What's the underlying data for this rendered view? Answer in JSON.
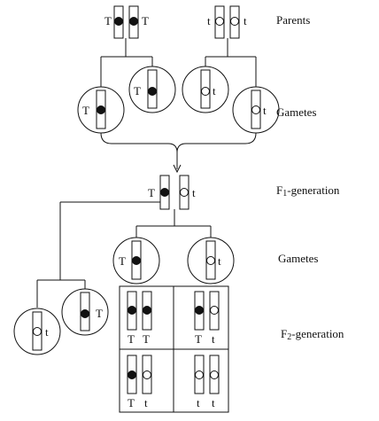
{
  "labels": {
    "parents": "Parents",
    "gametes_1": "Gametes",
    "f1_prefix": "F",
    "f1_sub": "1",
    "f1_suffix": "-generation",
    "gametes_2": "Gametes",
    "f2_prefix": "F",
    "f2_sub": "2",
    "f2_suffix": "-generation"
  },
  "alleles": {
    "dominant": "T",
    "recessive": "t"
  },
  "parents": {
    "left": {
      "allele_left": "T",
      "allele_right": "T"
    },
    "right": {
      "allele_left": "t",
      "allele_right": "t"
    }
  },
  "gametes_1": [
    "T",
    "T",
    "t",
    "t"
  ],
  "f1": {
    "allele_left": "T",
    "allele_right": "t"
  },
  "gametes_2": {
    "left": [
      "t",
      "T"
    ],
    "right": [
      "T",
      "t"
    ]
  },
  "punnett": {
    "cells": [
      {
        "allele_left": "T",
        "allele_right": "T"
      },
      {
        "allele_left": "T",
        "allele_right": "t"
      },
      {
        "allele_left": "T",
        "allele_right": "t"
      },
      {
        "allele_left": "t",
        "allele_right": "t"
      }
    ]
  },
  "colors": {
    "line": "#111111",
    "dominant_fill": "#111111",
    "recessive_fill": "#ffffff",
    "background": "#ffffff"
  }
}
